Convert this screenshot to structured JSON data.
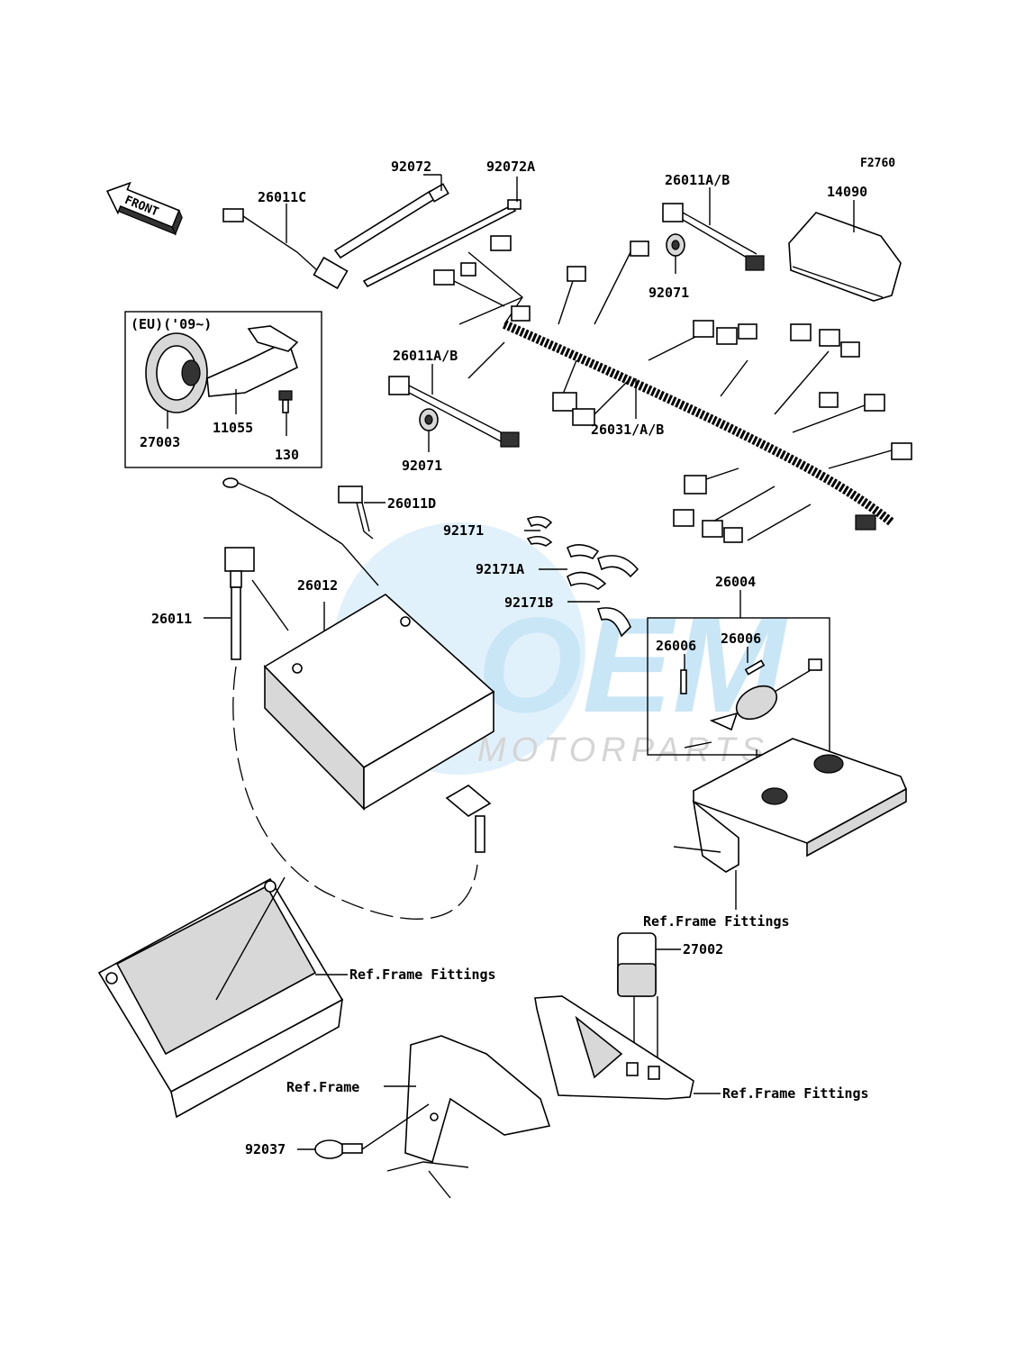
{
  "diagram_code": "F2760",
  "front_arrow": "FRONT",
  "watermark": {
    "logo": "OEM",
    "text": "MOTORPARTS",
    "color": "#c9e6f7"
  },
  "eu_box_label": "(EU)('09~)",
  "parts": {
    "p92072": "92072",
    "p92072A": "92072A",
    "p26011AB_top": "26011A/B",
    "p14090": "14090",
    "p26011C": "26011C",
    "p92071_top": "92071",
    "p26011AB_mid": "26011A/B",
    "p26031AB": "26031/A/B",
    "p92071_mid": "92071",
    "p27003": "27003",
    "p11055": "11055",
    "p130": "130",
    "p26011D": "26011D",
    "p92171": "92171",
    "p92171A": "92171A",
    "p92171B": "92171B",
    "p26012": "26012",
    "p26011": "26011",
    "p26004": "26004",
    "p26006_left": "26006",
    "p26006_right": "26006",
    "p27002": "27002",
    "p92037": "92037"
  },
  "refs": {
    "frame_fittings_1": "Ref.Frame Fittings",
    "frame_fittings_2": "Ref.Frame Fittings",
    "frame_fittings_3": "Ref.Frame Fittings",
    "frame": "Ref.Frame"
  }
}
